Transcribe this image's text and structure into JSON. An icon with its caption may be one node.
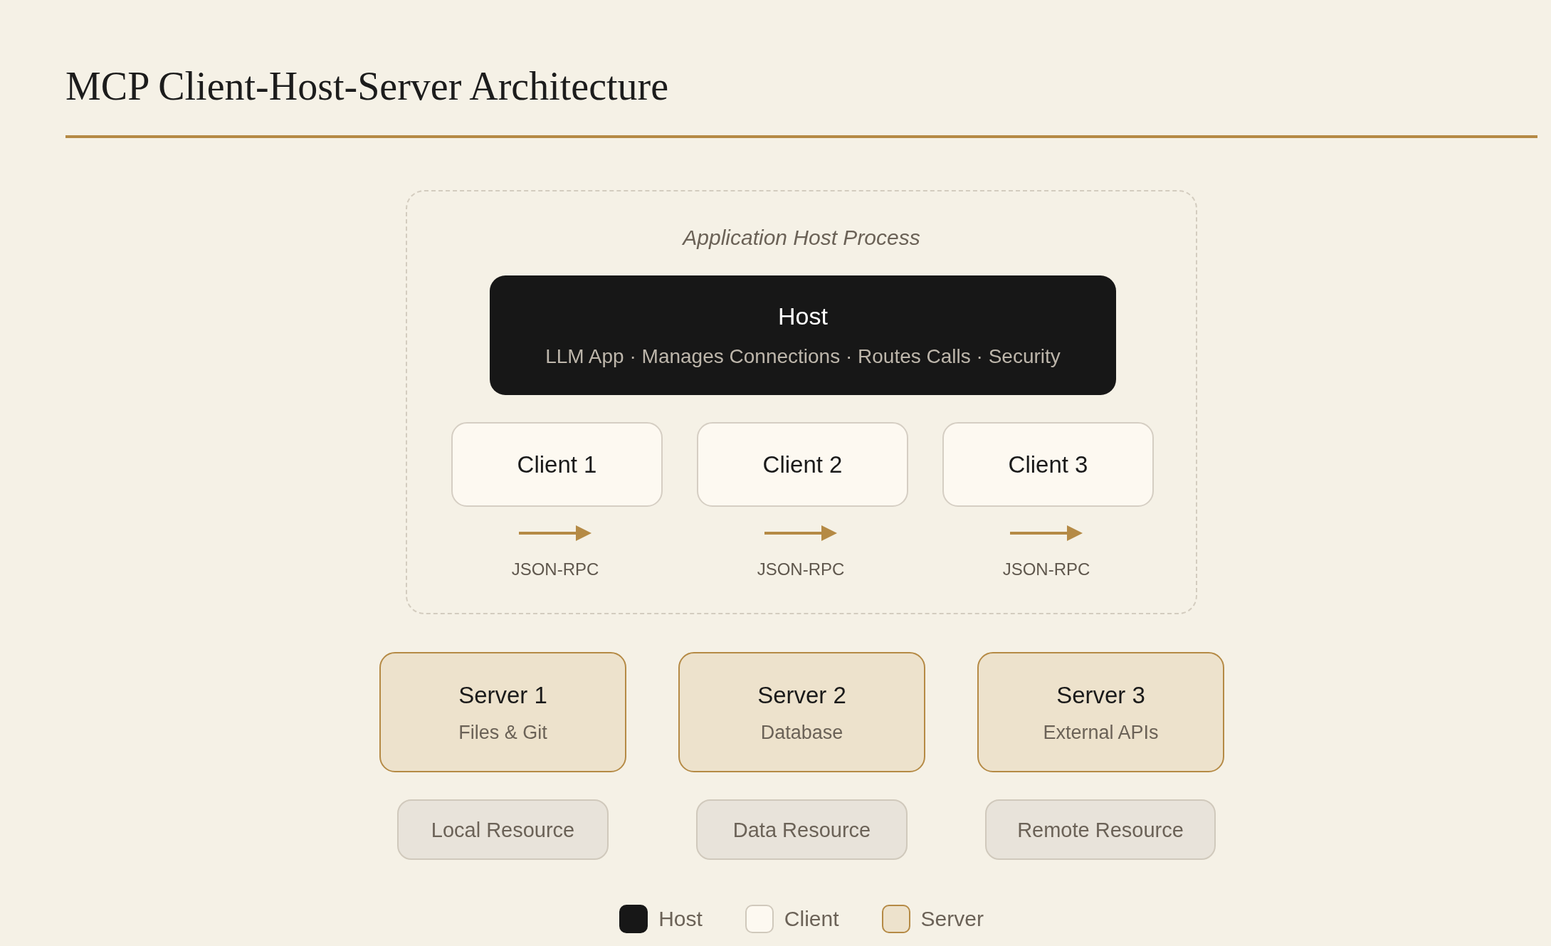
{
  "diagram": {
    "title": "MCP Client-Host-Server Architecture",
    "nodes": [
      {
        "text": [
          "Application Host Process"
        ]
      },
      {
        "text": [
          "Host",
          "LLM App · Manages Connections · Routes Calls · Security"
        ],
        "in": 0
      },
      {
        "text": [
          "Client 1"
        ],
        "in": 0
      },
      {
        "text": [
          "Client 2"
        ],
        "in": 0
      },
      {
        "text": [
          "Client 3"
        ],
        "in": 0
      },
      {
        "text": [
          "Server 1",
          "Files & Git"
        ]
      },
      {
        "text": [
          "Server 2",
          "Database"
        ]
      },
      {
        "text": [
          "Server 3",
          "External APIs"
        ]
      },
      {
        "text": [
          "Local Resource"
        ]
      },
      {
        "text": [
          "Data Resource"
        ]
      },
      {
        "text": [
          "Remote Resource"
        ]
      }
    ],
    "labels": [
      "JSON-RPC",
      "JSON-RPC",
      "JSON-RPC"
    ],
    "legend": [
      {
        "text": "Host",
        "color": "#171717"
      },
      {
        "text": "Client",
        "color": "#fdf9f1"
      },
      {
        "text": "Server",
        "color": "#ede2cc"
      }
    ]
  }
}
